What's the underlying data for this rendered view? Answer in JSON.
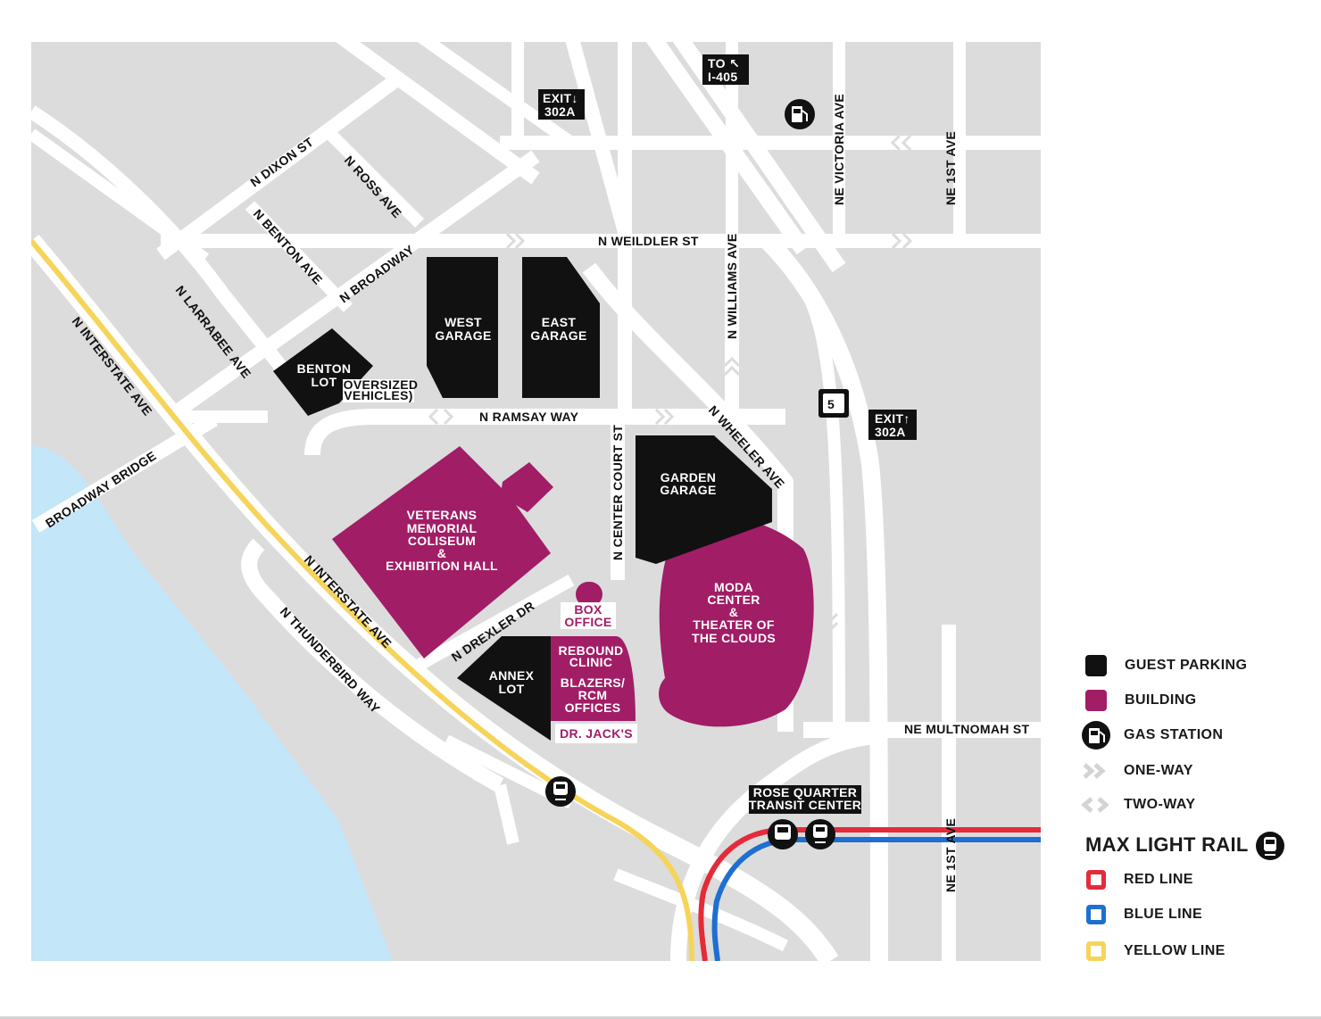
{
  "streets": {
    "n_dixon_st": "N DIXON ST",
    "n_ross_ave": "N ROSS AVE",
    "n_benton_ave": "N BENTON AVE",
    "n_broadway": "N BROADWAY",
    "n_larrabee_ave": "N LARRABEE AVE",
    "n_interstate_ave_top": "N INTERSTATE AVE",
    "n_interstate_ave_bottom": "N INTERSTATE AVE",
    "broadway_bridge": "BROADWAY BRIDGE",
    "n_thunderbird_way": "N THUNDERBIRD WAY",
    "n_drexler_dr": "N DREXLER DR",
    "n_ramsay_way": "N RAMSAY WAY",
    "n_weidler_st": "N WEILDLER ST",
    "n_center_court_st": "N CENTER COURT ST",
    "n_williams_ave": "N WILLIAMS AVE",
    "n_wheeler_ave": "N WHEELER AVE",
    "ne_victoria_ave": "NE VICTORIA AVE",
    "ne_1st_ave_top": "NE 1ST AVE",
    "ne_1st_ave_bottom": "NE 1ST AVE",
    "ne_multnomah_st": "NE MULTNOMAH ST"
  },
  "signs": {
    "exit_302a_top_l1": "EXIT↓",
    "exit_302a_top_l2": "302A",
    "to_i405_l1": "TO ↖",
    "to_i405_l2": "I-405",
    "exit_302a_right_l1": "EXIT↑",
    "exit_302a_right_l2": "302A",
    "interstate_5": "5"
  },
  "places": {
    "west_garage_l1": "WEST",
    "west_garage_l2": "GARAGE",
    "east_garage_l1": "EAST",
    "east_garage_l2": "GARAGE",
    "benton_lot_l1": "BENTON",
    "benton_lot_l2": "LOT",
    "oversized_l1": "(OVERSIZED",
    "oversized_l2": "VEHICLES)",
    "garden_garage_l1": "GARDEN",
    "garden_garage_l2": "GARAGE",
    "coliseum_l1": "VETERANS",
    "coliseum_l2": "MEMORIAL",
    "coliseum_l3": "COLISEUM",
    "coliseum_l4": "&",
    "coliseum_l5": "EXHIBITION HALL",
    "moda_l1": "MODA",
    "moda_l2": "CENTER",
    "moda_l3": "&",
    "moda_l4": "THEATER OF",
    "moda_l5": "THE CLOUDS",
    "box_office_l1": "BOX",
    "box_office_l2": "OFFICE",
    "rebound_l1": "REBOUND",
    "rebound_l2": "CLINIC",
    "blazers_l1": "BLAZERS/",
    "blazers_l2": "RCM",
    "blazers_l3": "OFFICES",
    "dr_jacks": "DR. JACK'S",
    "annex_l1": "ANNEX",
    "annex_l2": "LOT",
    "transit_l1": "ROSE QUARTER",
    "transit_l2": "TRANSIT CENTER"
  },
  "legend": {
    "guest_parking": "GUEST PARKING",
    "building": "BUILDING",
    "gas_station": "GAS STATION",
    "one_way": "ONE-WAY",
    "two_way": "TWO-WAY",
    "max_title": "MAX LIGHT RAIL",
    "red_line": "RED LINE",
    "blue_line": "BLUE LINE",
    "yellow_line": "YELLOW LINE"
  },
  "colors": {
    "land": "#dcdcdc",
    "road": "#ffffff",
    "river": "#c3e6f8",
    "parking": "#111111",
    "building": "#a11d66",
    "red_line": "#e42b3a",
    "blue_line": "#1f6fd0",
    "yellow_line": "#f6d45a"
  }
}
